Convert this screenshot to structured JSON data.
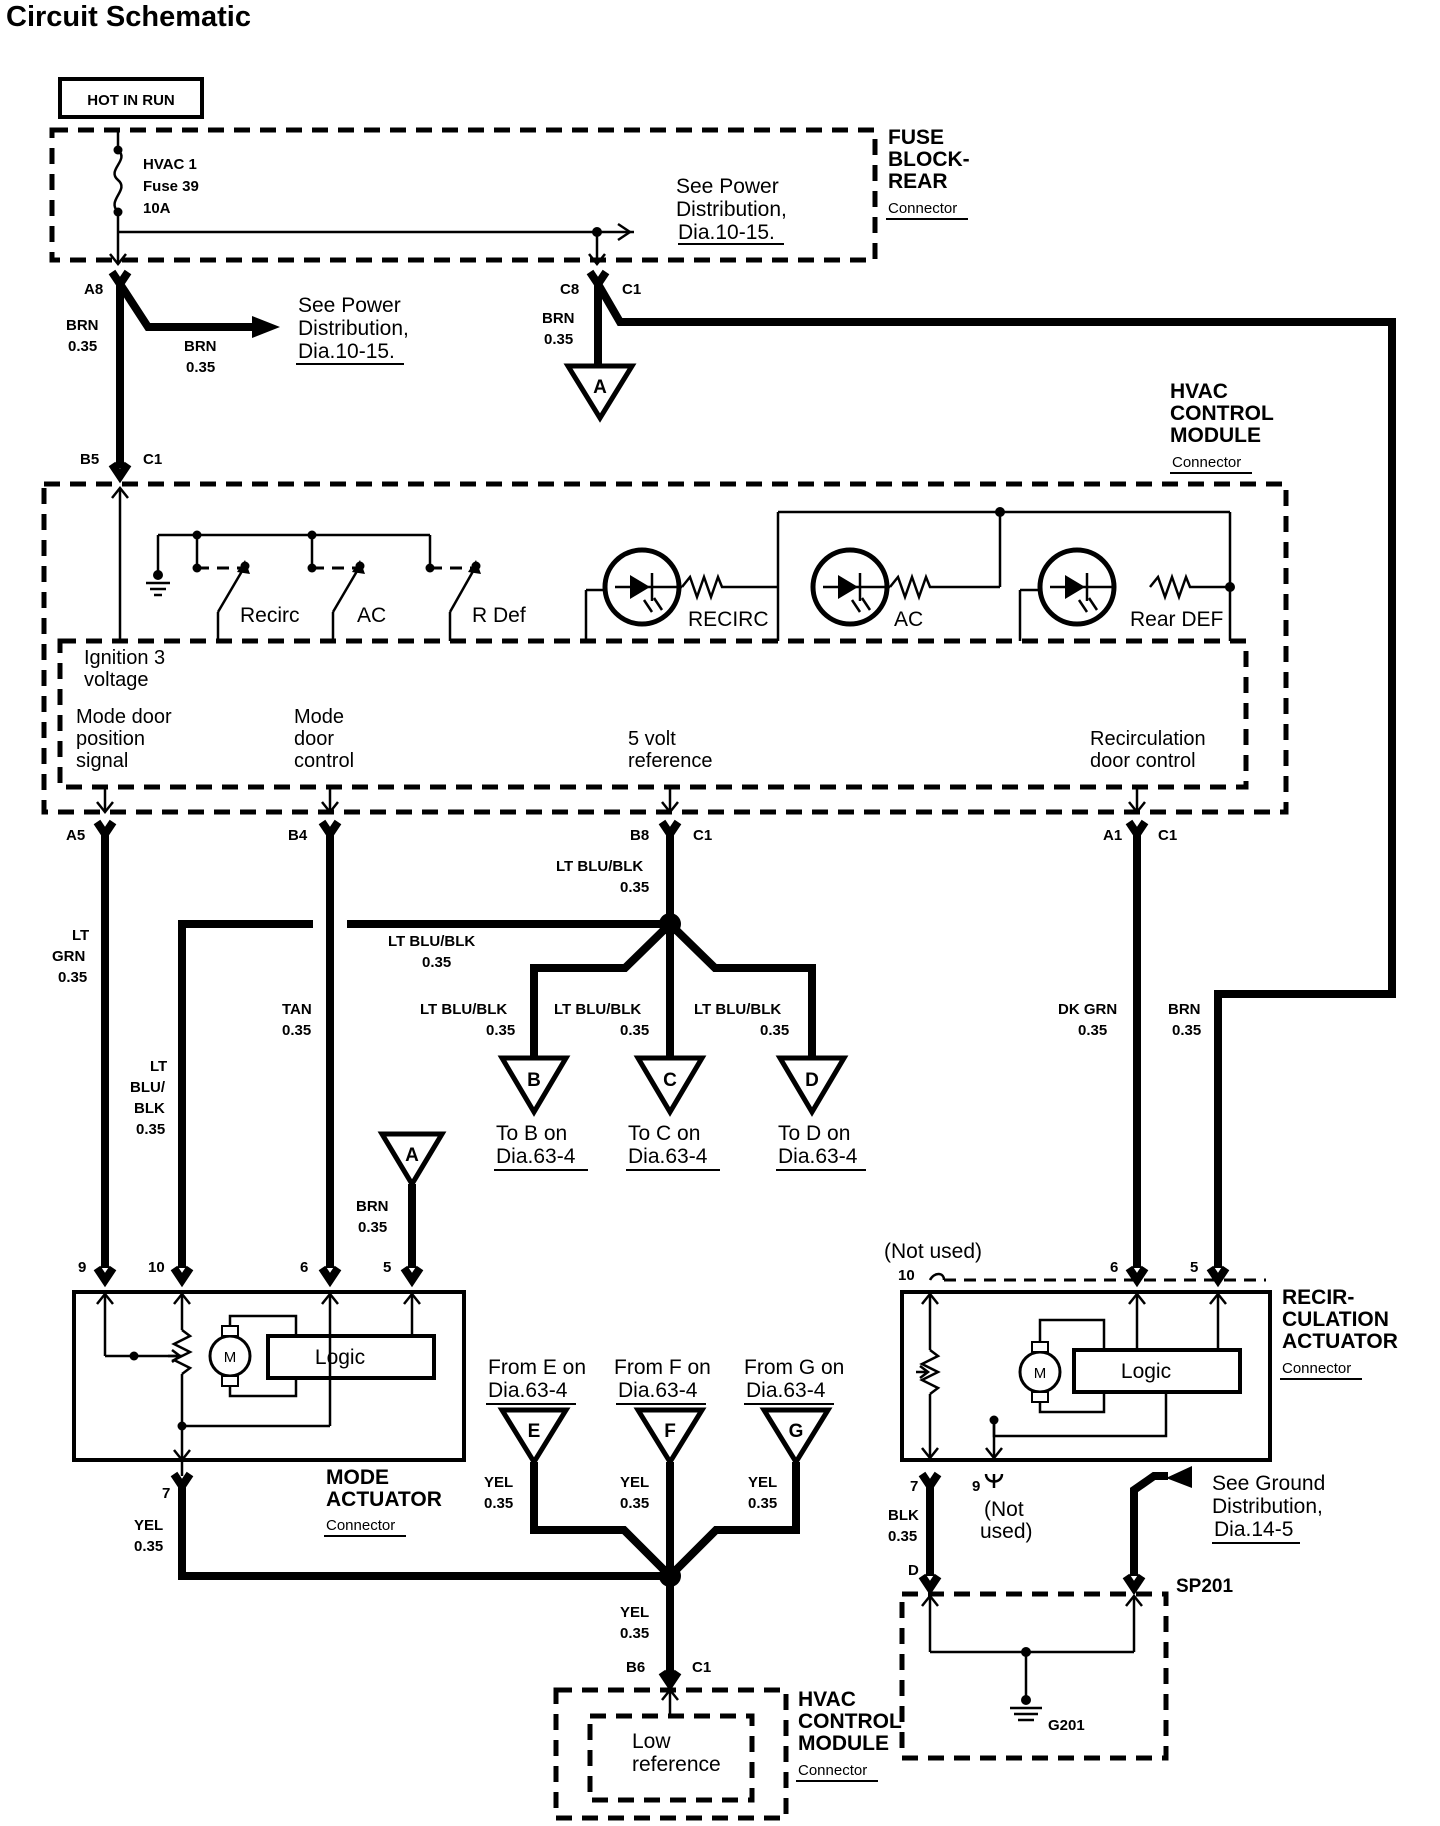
{
  "title": "Circuit Schematic",
  "power_label": "HOT IN RUN",
  "fuse": {
    "name": "HVAC 1",
    "number": "Fuse 39",
    "rating": "10A"
  },
  "fuse_block": {
    "line1": "FUSE",
    "line2": "BLOCK-",
    "line3": "REAR",
    "sub": "Connector"
  },
  "see_power_1": {
    "line1": "See Power",
    "line2": "Distribution,",
    "line3": "Dia.10-15."
  },
  "see_power_2": {
    "line1": "See Power",
    "line2": "Distribution,",
    "line3": "Dia.10-15."
  },
  "pins": {
    "a8": "A8",
    "c8": "C8",
    "c1": "C1",
    "b5": "B5",
    "a5": "A5",
    "b4": "B4",
    "b8": "B8",
    "a1": "A1",
    "b6": "B6",
    "p9": "9",
    "p10": "10",
    "p6": "6",
    "p5": "5",
    "p7": "7",
    "r10": "10",
    "r6": "6",
    "r5": "5",
    "r7": "7",
    "r9": "9",
    "d": "D"
  },
  "wires": {
    "brn": "BRN",
    "size": "0.35",
    "lt": "LT",
    "grn": "GRN",
    "ltblublk": "LT BLU/BLK",
    "lt_blu": "BLU/",
    "blk": "BLK",
    "tan": "TAN",
    "dkgrn": "DK GRN",
    "yel": "YEL"
  },
  "hvac_module": {
    "line1": "HVAC",
    "line2": "CONTROL",
    "line3": "MODULE",
    "sub": "Connector"
  },
  "switches": [
    "Recirc",
    "AC",
    "R Def"
  ],
  "leds": [
    "RECIRC",
    "AC",
    "Rear DEF"
  ],
  "inner_labels": {
    "ign1": "Ignition 3",
    "ign2": "voltage",
    "mdp1": "Mode door",
    "mdp2": "position",
    "mdp3": "signal",
    "mdc1": "Mode",
    "mdc2": "door",
    "mdc3": "control",
    "v51": "5 volt",
    "v52": "reference",
    "rdc1": "Recirculation",
    "rdc2": "door control"
  },
  "connectors": {
    "a": "A",
    "b": "B",
    "c": "C",
    "d": "D",
    "e": "E",
    "f": "F",
    "g": "G",
    "to_b": "To B on",
    "to_c": "To C on",
    "to_d": "To D on",
    "from_e": "From E on",
    "from_f": "From F on",
    "from_g": "From G on",
    "dia63": "Dia.63-4"
  },
  "mode_actuator": {
    "line1": "MODE",
    "line2": "ACTUATOR",
    "sub": "Connector",
    "logic": "Logic",
    "motor": "M"
  },
  "recirc_actuator": {
    "line1": "RECIR-",
    "line2": "CULATION",
    "line3": "ACTUATOR",
    "sub": "Connector",
    "logic": "Logic",
    "motor": "M"
  },
  "not_used": {
    "top": "(Not used)",
    "b1": "(Not",
    "b2": "used)"
  },
  "ground": {
    "line1": "See Ground",
    "line2": "Distribution,",
    "line3": "Dia.14-5",
    "splice": "SP201",
    "gnd": "G201"
  },
  "low_ref": {
    "line1": "Low",
    "line2": "reference"
  },
  "hvac_module_2": {
    "line1": "HVAC",
    "line2": "CONTROL",
    "line3": "MODULE",
    "sub": "Connector"
  }
}
